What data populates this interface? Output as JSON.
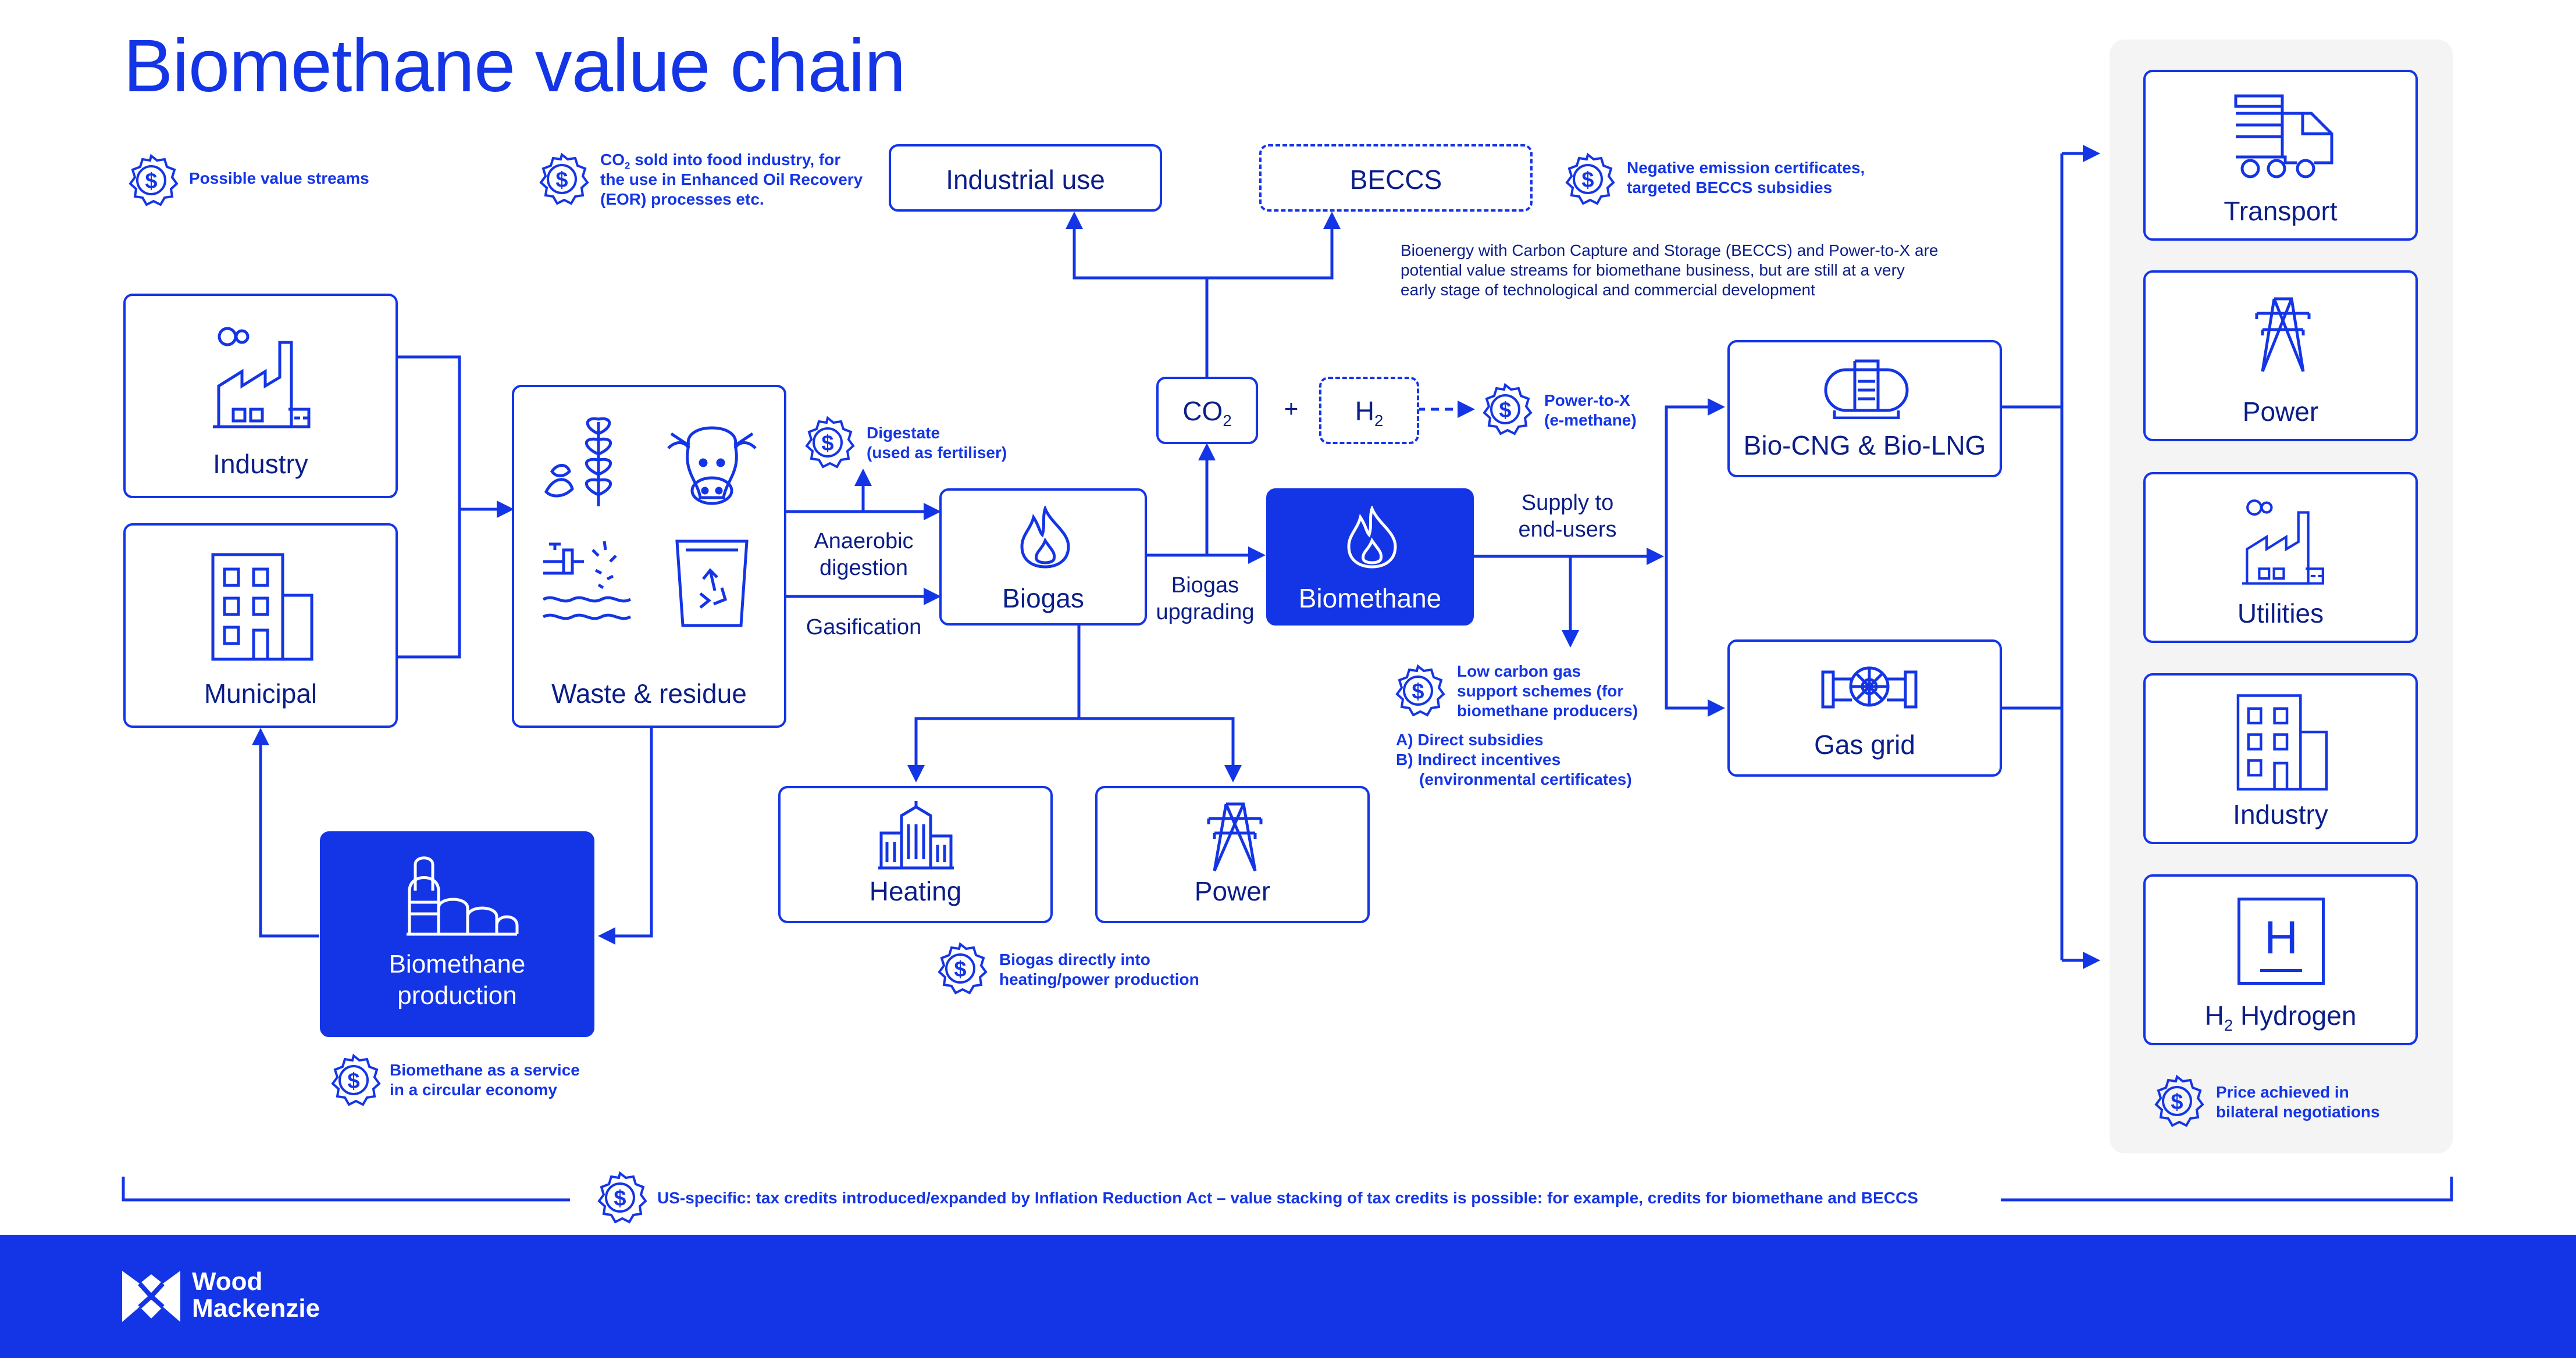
{
  "title": "Biomethane value chain",
  "legend": {
    "text": "Possible value streams"
  },
  "sources": {
    "industry": "Industry",
    "municipal": "Municipal",
    "waste": "Waste & residue",
    "production_line1": "Biomethane",
    "production_line2": "production"
  },
  "process": {
    "anaerobic_line1": "Anaerobic",
    "anaerobic_line2": "digestion",
    "gasification": "Gasification",
    "biogas": "Biogas",
    "upgrading_line1": "Biogas",
    "upgrading_line2": "upgrading",
    "biomethane": "Biomethane",
    "supply_line1": "Supply to",
    "supply_line2": "end-users",
    "plus": "+"
  },
  "co2": {
    "base": "CO",
    "sub": "2"
  },
  "h2": {
    "base": "H",
    "sub": "2"
  },
  "co2uses": {
    "industrial": "Industrial use",
    "beccs": "BECCS"
  },
  "biogas_uses": {
    "heating": "Heating",
    "power": "Power"
  },
  "distribution": {
    "biocng": "Bio-CNG & Bio-LNG",
    "gasgrid": "Gas grid"
  },
  "endusers": {
    "transport": "Transport",
    "power": "Power",
    "utilities": "Utilities",
    "industry": "Industry",
    "hydrogen_h": "H",
    "hydrogen_sub": "2",
    "hydrogen_rest": " Hydrogen",
    "hydrogen_icon_letter": "H"
  },
  "notes": {
    "co2_food_line1_base": "CO",
    "co2_food_line1_sub": "2",
    "co2_food_line1_rest": " sold into food industry, for",
    "co2_food_line2": "the use in Enhanced Oil Recovery",
    "co2_food_line3": "(EOR) processes etc.",
    "negative_line1": "Negative emission certificates,",
    "negative_line2": "targeted BECCS subsidies",
    "beccs_info_line1": "Bioenergy with Carbon Capture and Storage (BECCS) and Power-to-X are",
    "beccs_info_line2": "potential value streams for biomethane business, but are still at a very",
    "beccs_info_line3": "early stage of technological and commercial development",
    "ptx_line1": "Power-to-X",
    "ptx_line2": "(e-methane)",
    "digestate_line1": "Digestate",
    "digestate_line2": "(used as fertiliser)",
    "lowcarbon_line1": "Low carbon gas",
    "lowcarbon_line2": "support schemes (for",
    "lowcarbon_line3": "biomethane producers)",
    "lowcarbon_a": "A) Direct subsidies",
    "lowcarbon_b": "B) Indirect incentives",
    "lowcarbon_b2": "(environmental certificates)",
    "biogas_direct_line1": "Biogas directly into",
    "biogas_direct_line2": "heating/power production",
    "service_line1": "Biomethane as a service",
    "service_line2": "in a circular economy",
    "price_line1": "Price achieved in",
    "price_line2": "bilateral negotiations",
    "us_specific": "US-specific: tax credits introduced/expanded by Inflation Reduction Act – value stacking of tax credits is possible: for example, credits for biomethane and BECCS"
  },
  "brand": {
    "line1": "Wood",
    "line2": "Mackenzie"
  },
  "colors": {
    "accent": "#1435e6",
    "text": "#0b1e88",
    "panel": "#f4f4f4"
  }
}
